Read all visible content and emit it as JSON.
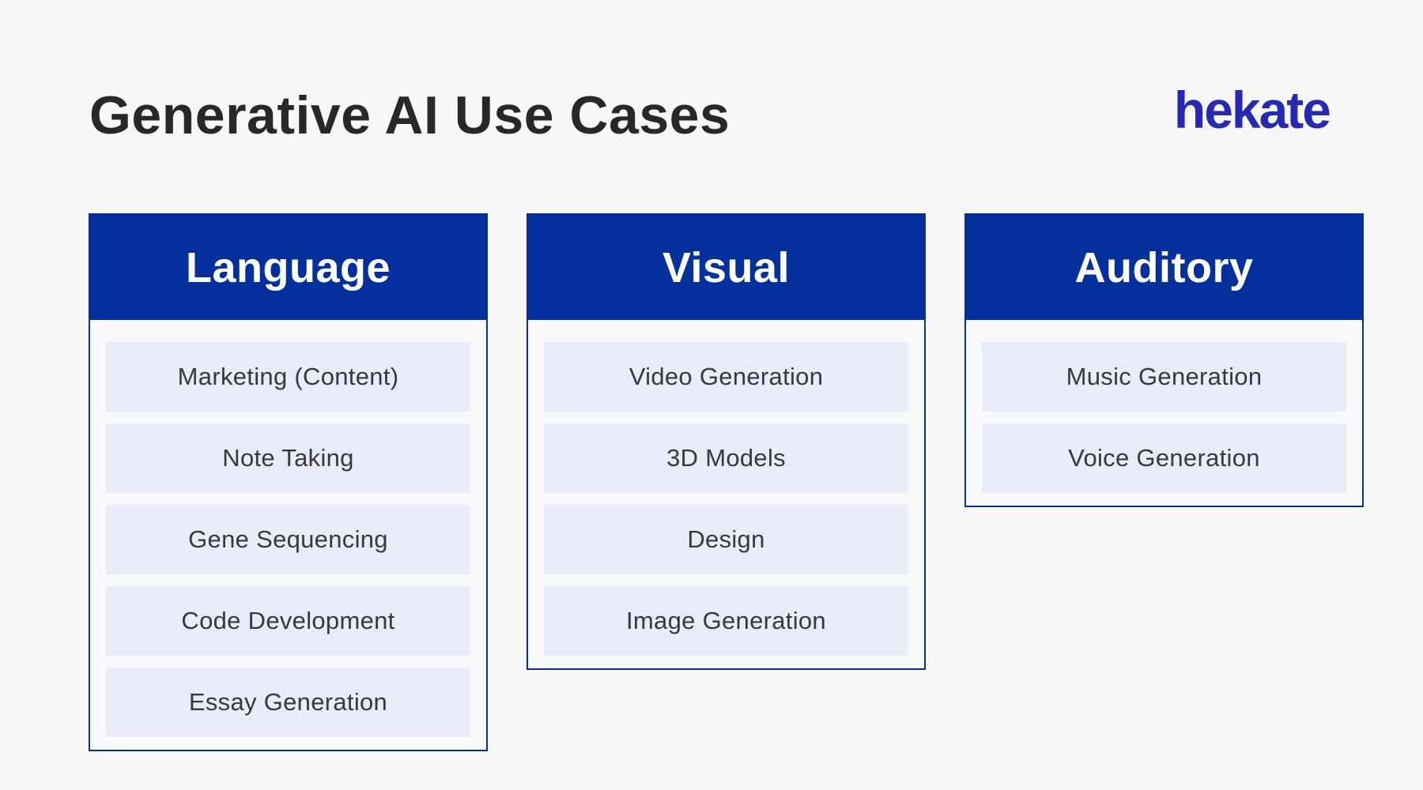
{
  "page": {
    "title": "Generative AI Use Cases",
    "logo_text": "hekate"
  },
  "colors": {
    "page_bg": "#f7f7f8",
    "title_text": "#2b2725",
    "logo_blue": "#2629b1",
    "header_bg": "#03309c",
    "header_text": "#ffffff",
    "column_border": "#0c2e8c",
    "column_bg": "#f8f9fb",
    "item_bg": "#e8ebf8",
    "item_text": "#38383d"
  },
  "columns": [
    {
      "title": "Language",
      "items": [
        "Marketing (Content)",
        "Note Taking",
        "Gene Sequencing",
        "Code Development",
        "Essay Generation"
      ]
    },
    {
      "title": "Visual",
      "items": [
        "Video Generation",
        "3D Models",
        "Design",
        "Image Generation"
      ]
    },
    {
      "title": "Auditory",
      "items": [
        "Music Generation",
        "Voice Generation"
      ]
    }
  ]
}
